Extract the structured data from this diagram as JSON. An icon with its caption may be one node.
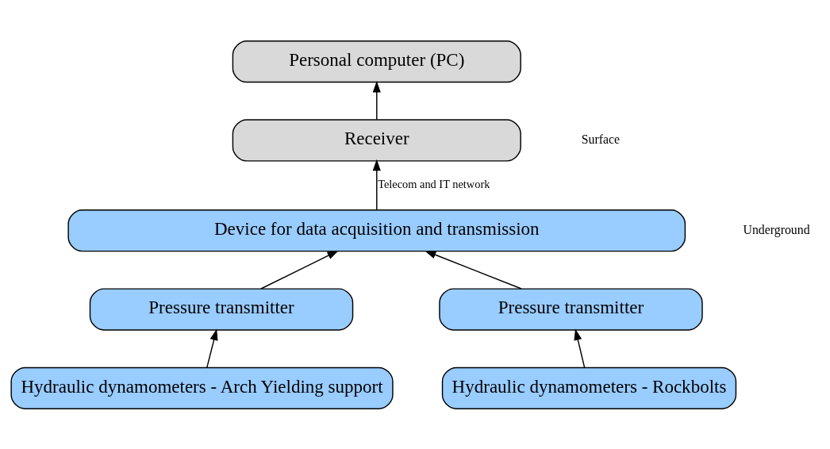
{
  "diagram": {
    "nodes": [
      {
        "text": [
          "Personal computer (PC)"
        ]
      },
      {
        "text": [
          "Receiver"
        ]
      },
      {
        "text": [
          "Device for data acquisition and transmission"
        ]
      },
      {
        "text": [
          "Pressure transmitter"
        ]
      },
      {
        "text": [
          "Pressure transmitter"
        ]
      },
      {
        "text": [
          "Hydraulic dynamometers - Arch Yielding support"
        ]
      },
      {
        "text": [
          "Hydraulic dynamometers - Rockbolts"
        ]
      }
    ],
    "edges": [
      {
        "from": 1,
        "to": 0,
        "arrow": "to"
      },
      {
        "from": 2,
        "to": 1,
        "arrow": "to",
        "label": "Telecom and IT network"
      },
      {
        "from": 3,
        "to": 2,
        "arrow": "to"
      },
      {
        "from": 4,
        "to": 2,
        "arrow": "to"
      },
      {
        "from": 5,
        "to": 3,
        "arrow": "to"
      },
      {
        "from": 6,
        "to": 4,
        "arrow": "to"
      }
    ],
    "labels": [
      "Surface",
      "Underground"
    ]
  }
}
